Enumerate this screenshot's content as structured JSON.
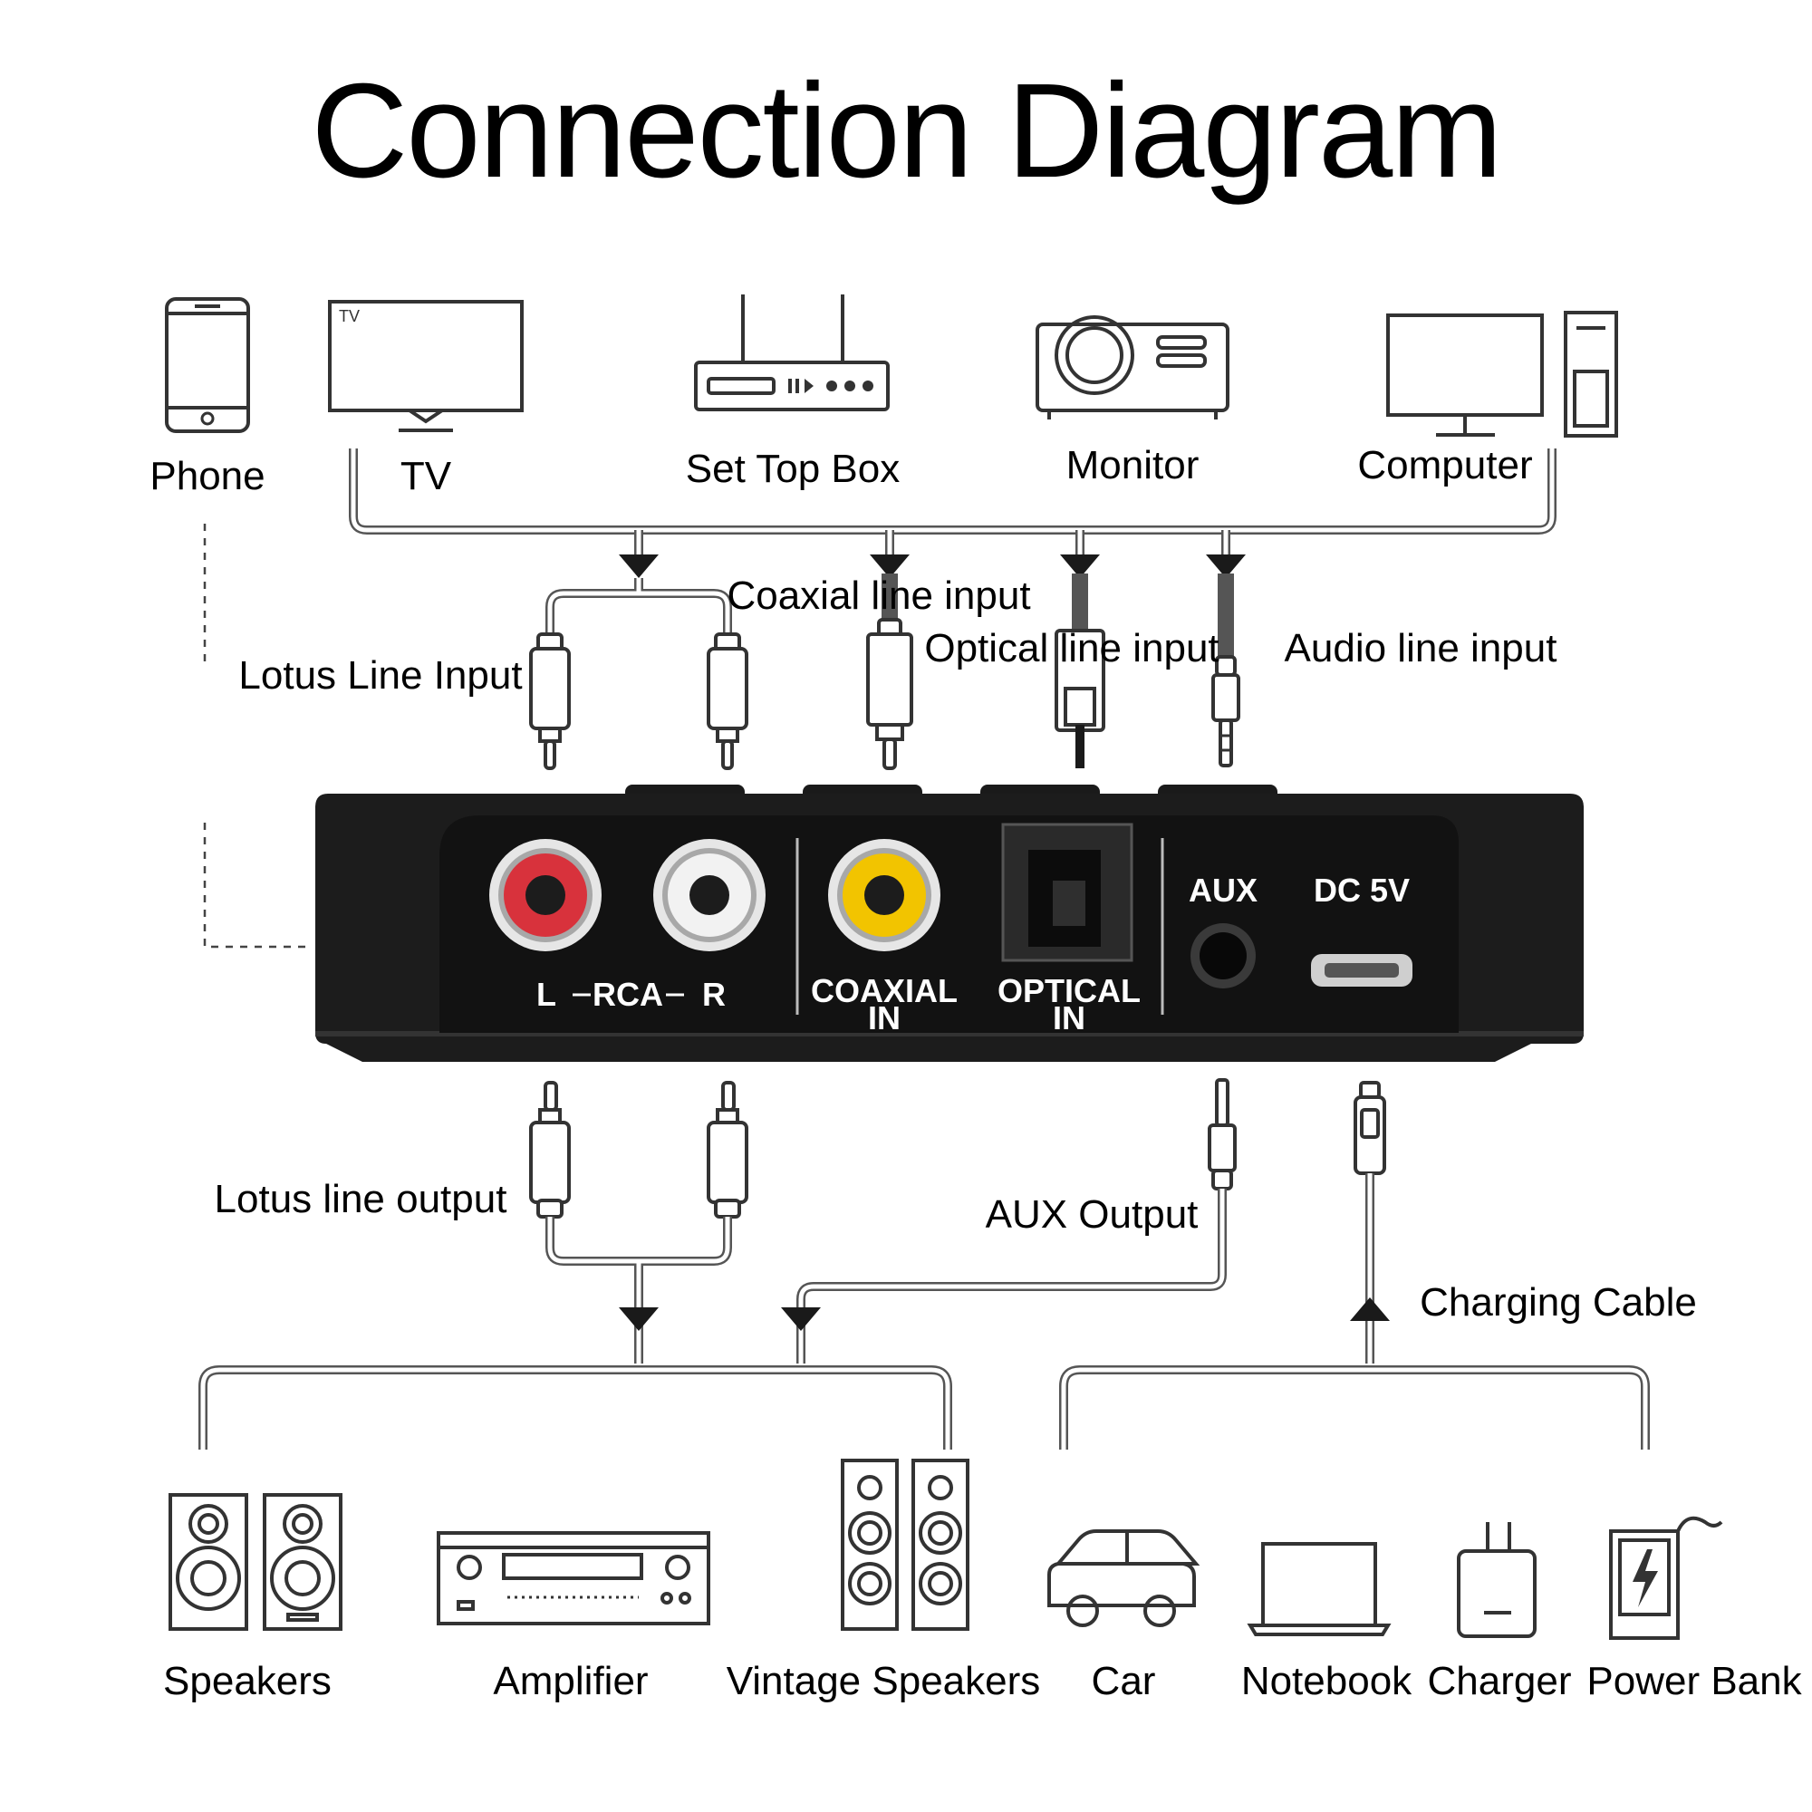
{
  "title": "Connection Diagram",
  "sources": {
    "phone": "Phone",
    "tv": "TV",
    "tv_screen_mark": "TV",
    "set_top_box": "Set Top Box",
    "monitor": "Monitor",
    "computer": "Computer"
  },
  "inputs": {
    "lotus": "Lotus Line Input",
    "coaxial": "Coaxial line input",
    "optical": "Optical line input",
    "audio": "Audio line input"
  },
  "panel": {
    "l": "L",
    "rca": "RCA",
    "r": "R",
    "coaxial_line1": "COAXIAL",
    "coaxial_line2": "IN",
    "optical_line1": "OPTICAL",
    "optical_line2": "IN",
    "aux": "AUX",
    "dc": "DC 5V"
  },
  "outputs": {
    "lotus": "Lotus line output",
    "aux": "AUX Output",
    "charging": "Charging Cable"
  },
  "destinations": {
    "speakers": "Speakers",
    "amplifier": "Amplifier",
    "vintage_speakers": "Vintage Speakers",
    "car": "Car",
    "notebook": "Notebook",
    "charger": "Charger",
    "power_bank": "Power Bank"
  },
  "colors": {
    "rca_left": "#d8323c",
    "rca_right": "#e8e8e8",
    "coaxial": "#f2c400",
    "device_body": "#1c1c1c"
  }
}
